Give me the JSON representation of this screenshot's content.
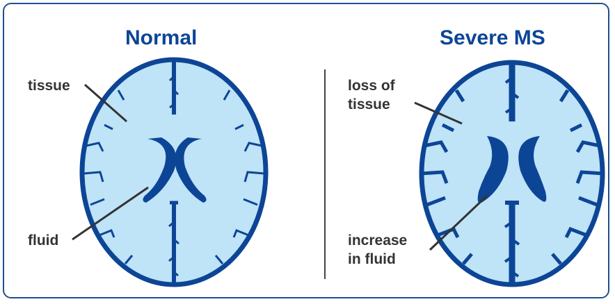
{
  "panels": [
    {
      "title": "Normal",
      "label_top": [
        "tissue"
      ],
      "label_bottom": [
        "fluid"
      ]
    },
    {
      "title": "Severe MS",
      "label_top": [
        "loss of",
        "tissue"
      ],
      "label_bottom": [
        "increase",
        "in fluid"
      ]
    }
  ],
  "colors": {
    "outline": "#0d4596",
    "tissue": "#bfe3f7",
    "title": "#0d4596",
    "label": "#333333"
  }
}
